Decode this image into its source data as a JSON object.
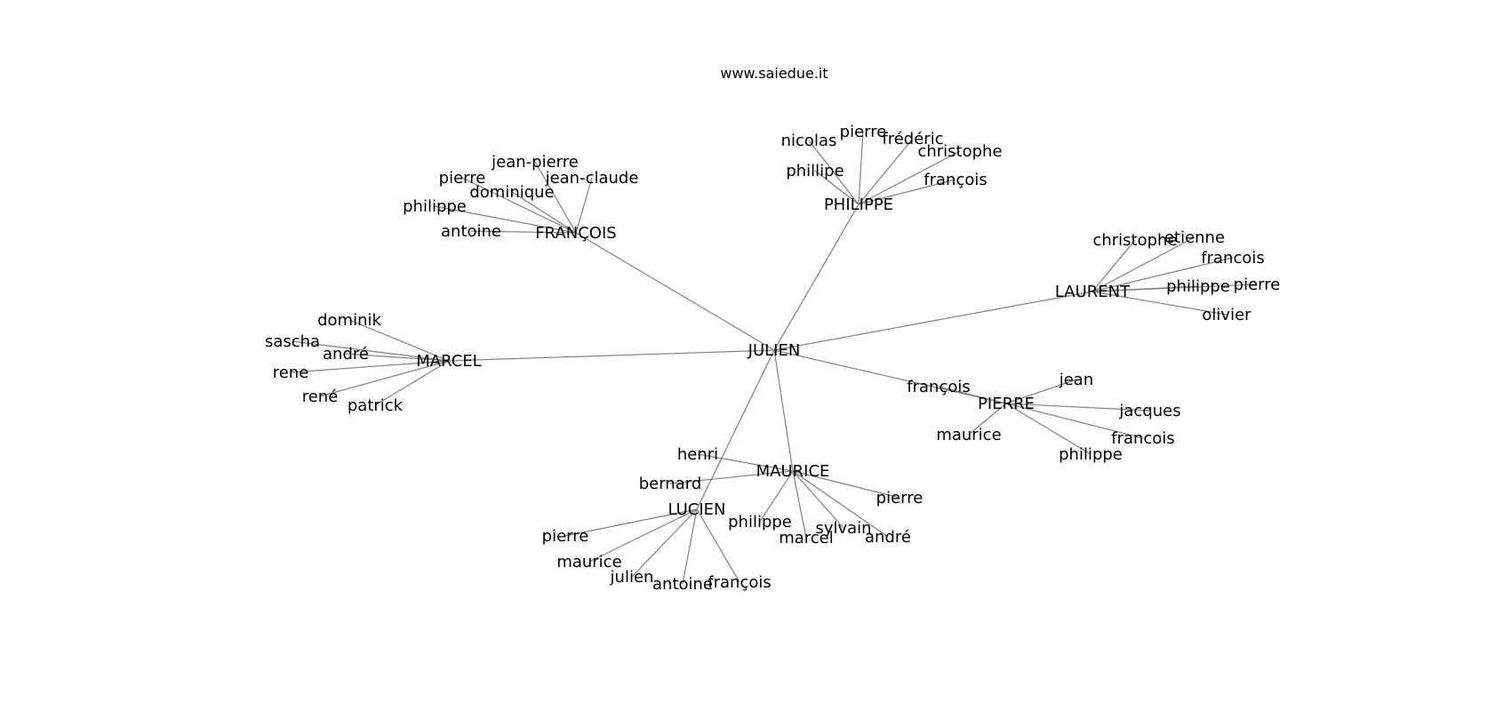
{
  "header": {
    "site": "www.saiedue.it"
  },
  "diagram": {
    "type": "name-network",
    "root": "JULIEN",
    "hubs": [
      "FRANÇOIS",
      "PHILIPPE",
      "LAURENT",
      "MARCEL",
      "PIERRE",
      "MAURICE",
      "LUCIEN"
    ],
    "nodes": [
      {
        "id": "JULIEN",
        "label": "JULIEN"
      },
      {
        "id": "FRANCOIS",
        "label": "FRANÇOIS"
      },
      {
        "id": "PHILIPPE",
        "label": "PHILIPPE"
      },
      {
        "id": "LAURENT",
        "label": "LAURENT"
      },
      {
        "id": "MARCEL",
        "label": "MARCEL"
      },
      {
        "id": "PIERRE",
        "label": "PIERRE"
      },
      {
        "id": "MAURICE",
        "label": "MAURICE"
      },
      {
        "id": "LUCIEN",
        "label": "LUCIEN"
      },
      {
        "id": "f_jeanpierre",
        "label": "jean-pierre"
      },
      {
        "id": "f_pierre",
        "label": "pierre"
      },
      {
        "id": "f_jeanclaude",
        "label": "jean-claude"
      },
      {
        "id": "f_dominique",
        "label": "dominique"
      },
      {
        "id": "f_philippe",
        "label": "philippe"
      },
      {
        "id": "f_antoine",
        "label": "antoine"
      },
      {
        "id": "p_nicolas",
        "label": "nicolas"
      },
      {
        "id": "p_pierre",
        "label": "pierre"
      },
      {
        "id": "p_frederic",
        "label": "frédéric"
      },
      {
        "id": "p_christophe",
        "label": "christophe"
      },
      {
        "id": "p_phillipe",
        "label": "phillipe"
      },
      {
        "id": "p_francois",
        "label": "françois"
      },
      {
        "id": "l_christophe",
        "label": "christophe"
      },
      {
        "id": "l_etienne",
        "label": "etienne"
      },
      {
        "id": "l_francois",
        "label": "francois"
      },
      {
        "id": "l_philippe",
        "label": "philippe"
      },
      {
        "id": "l_pierre",
        "label": "pierre"
      },
      {
        "id": "l_olivier",
        "label": "olivier"
      },
      {
        "id": "m_dominik",
        "label": "dominik"
      },
      {
        "id": "m_sascha",
        "label": "sascha"
      },
      {
        "id": "m_andre",
        "label": "andré"
      },
      {
        "id": "m_rene",
        "label": "rene"
      },
      {
        "id": "m_rene2",
        "label": "rené"
      },
      {
        "id": "m_patrick",
        "label": "patrick"
      },
      {
        "id": "pi_francois",
        "label": "françois"
      },
      {
        "id": "pi_jean",
        "label": "jean"
      },
      {
        "id": "pi_jacques",
        "label": "jacques"
      },
      {
        "id": "pi_maurice",
        "label": "maurice"
      },
      {
        "id": "pi_francois2",
        "label": "francois"
      },
      {
        "id": "pi_philippe",
        "label": "philippe"
      },
      {
        "id": "ma_henri",
        "label": "henri"
      },
      {
        "id": "ma_bernard",
        "label": "bernard"
      },
      {
        "id": "ma_pierre",
        "label": "pierre"
      },
      {
        "id": "ma_philippe",
        "label": "philippe"
      },
      {
        "id": "ma_sylvain",
        "label": "sylvain"
      },
      {
        "id": "ma_marcel",
        "label": "marcel"
      },
      {
        "id": "ma_andre",
        "label": "andré"
      },
      {
        "id": "lu_pierre",
        "label": "pierre"
      },
      {
        "id": "lu_maurice",
        "label": "maurice"
      },
      {
        "id": "lu_julien",
        "label": "julien"
      },
      {
        "id": "lu_antoine",
        "label": "antoine"
      },
      {
        "id": "lu_francois",
        "label": "françois"
      }
    ],
    "edges": [
      [
        "JULIEN",
        "FRANCOIS"
      ],
      [
        "JULIEN",
        "PHILIPPE"
      ],
      [
        "JULIEN",
        "LAURENT"
      ],
      [
        "JULIEN",
        "MARCEL"
      ],
      [
        "JULIEN",
        "PIERRE"
      ],
      [
        "JULIEN",
        "MAURICE"
      ],
      [
        "JULIEN",
        "LUCIEN"
      ],
      [
        "FRANCOIS",
        "f_jeanpierre"
      ],
      [
        "FRANCOIS",
        "f_pierre"
      ],
      [
        "FRANCOIS",
        "f_jeanclaude"
      ],
      [
        "FRANCOIS",
        "f_dominique"
      ],
      [
        "FRANCOIS",
        "f_philippe"
      ],
      [
        "FRANCOIS",
        "f_antoine"
      ],
      [
        "PHILIPPE",
        "p_nicolas"
      ],
      [
        "PHILIPPE",
        "p_pierre"
      ],
      [
        "PHILIPPE",
        "p_frederic"
      ],
      [
        "PHILIPPE",
        "p_christophe"
      ],
      [
        "PHILIPPE",
        "p_phillipe"
      ],
      [
        "PHILIPPE",
        "p_francois"
      ],
      [
        "LAURENT",
        "l_christophe"
      ],
      [
        "LAURENT",
        "l_etienne"
      ],
      [
        "LAURENT",
        "l_francois"
      ],
      [
        "LAURENT",
        "l_philippe"
      ],
      [
        "LAURENT",
        "l_pierre"
      ],
      [
        "LAURENT",
        "l_olivier"
      ],
      [
        "MARCEL",
        "m_dominik"
      ],
      [
        "MARCEL",
        "m_sascha"
      ],
      [
        "MARCEL",
        "m_andre"
      ],
      [
        "MARCEL",
        "m_rene"
      ],
      [
        "MARCEL",
        "m_rene2"
      ],
      [
        "MARCEL",
        "m_patrick"
      ],
      [
        "PIERRE",
        "pi_francois"
      ],
      [
        "PIERRE",
        "pi_jean"
      ],
      [
        "PIERRE",
        "pi_jacques"
      ],
      [
        "PIERRE",
        "pi_maurice"
      ],
      [
        "PIERRE",
        "pi_francois2"
      ],
      [
        "PIERRE",
        "pi_philippe"
      ],
      [
        "MAURICE",
        "ma_henri"
      ],
      [
        "MAURICE",
        "ma_bernard"
      ],
      [
        "MAURICE",
        "ma_pierre"
      ],
      [
        "MAURICE",
        "ma_philippe"
      ],
      [
        "MAURICE",
        "ma_sylvain"
      ],
      [
        "MAURICE",
        "ma_marcel"
      ],
      [
        "MAURICE",
        "ma_andre"
      ],
      [
        "LUCIEN",
        "lu_pierre"
      ],
      [
        "LUCIEN",
        "lu_maurice"
      ],
      [
        "LUCIEN",
        "lu_julien"
      ],
      [
        "LUCIEN",
        "lu_antoine"
      ],
      [
        "LUCIEN",
        "lu_francois"
      ]
    ]
  }
}
